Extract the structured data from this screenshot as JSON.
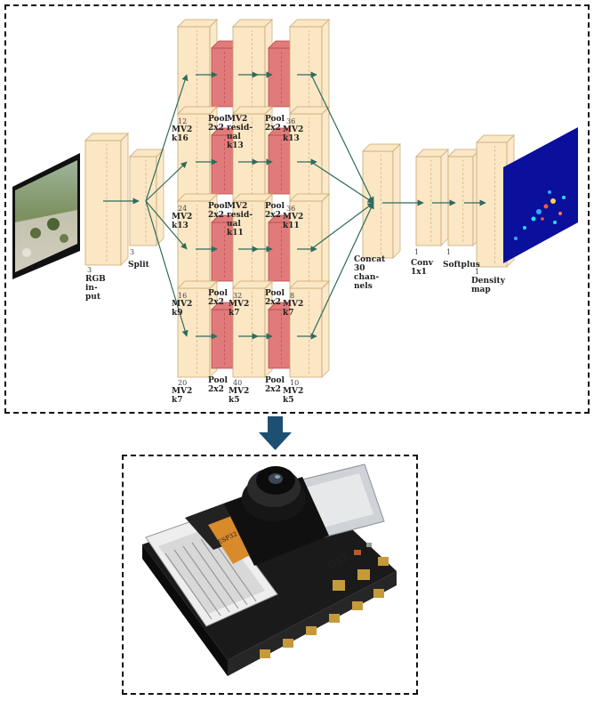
{
  "colors": {
    "block_fill": "#fbe7c4",
    "block_stroke": "#c8a774",
    "pool_fill": "#e17a7a",
    "pool_stroke": "#b34a4a",
    "arrow": "#2f6b5e",
    "down_arrow": "#1d4f73",
    "density_bg": "#0a0f9c"
  },
  "labels": {
    "input_num": "3",
    "input": [
      "RGB",
      "in-",
      "put"
    ],
    "split_num": "3",
    "split": "Split",
    "branch1_mv2_num": "12",
    "branch1_mv2": [
      "MV2",
      "k16"
    ],
    "branch1_pool": [
      "Pool",
      "2x2"
    ],
    "branch1_mv2b": [
      "MV2",
      "resid-",
      "ual",
      "k13"
    ],
    "branch1_pool2": [
      "Pool",
      "2x2"
    ],
    "branch1_mv2c_num": "36",
    "branch1_mv2c": [
      "MV2",
      "k13"
    ],
    "branch2_mv2_num": "24",
    "branch2_mv2": [
      "MV2",
      "k13"
    ],
    "branch2_pool": [
      "Pool",
      "2x2"
    ],
    "branch2_mv2b": [
      "MV2",
      "resid-",
      "ual",
      "k11"
    ],
    "branch2_pool2": [
      "Pool",
      "2x2"
    ],
    "branch2_mv2c_num": "36",
    "branch2_mv2c": [
      "MV2",
      "k11"
    ],
    "branch3_mv2_num": "16",
    "branch3_mv2": [
      "MV2",
      "k9"
    ],
    "branch3_pool": [
      "Pool",
      "2x2"
    ],
    "branch3_mv2b_num": "32",
    "branch3_mv2b": [
      "MV2",
      "k7"
    ],
    "branch3_pool2": [
      "Pool",
      "2x2"
    ],
    "branch3_mv2c_num": "8",
    "branch3_mv2c": [
      "MV2",
      "k7"
    ],
    "branch4_mv2_num": "20",
    "branch4_mv2": [
      "MV2",
      "k7"
    ],
    "branch4_pool": [
      "Pool",
      "2x2"
    ],
    "branch4_mv2b_num": "40",
    "branch4_mv2b": [
      "MV2",
      "k5"
    ],
    "branch4_pool2": [
      "Pool",
      "2x2"
    ],
    "branch4_mv2c_num": "10",
    "branch4_mv2c": [
      "MV2",
      "k5"
    ],
    "concat": [
      "Concat",
      "30",
      "chan-",
      "nels"
    ],
    "conv_num": "1",
    "conv": [
      "Conv",
      "1x1"
    ],
    "softplus_num": "1",
    "softplus": "Softplus",
    "density_num": "1",
    "density": [
      "Density",
      "map"
    ]
  }
}
